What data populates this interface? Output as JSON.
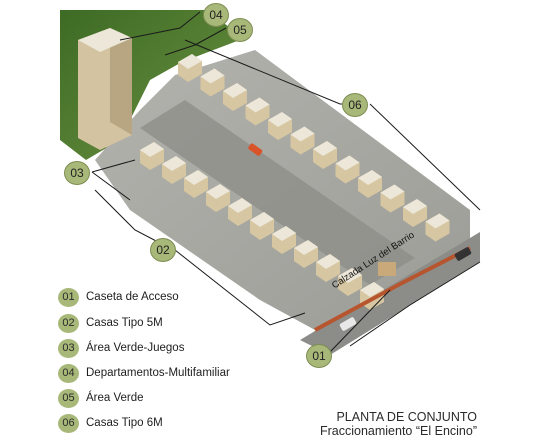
{
  "map_badges": {
    "b01": "01",
    "b02": "02",
    "b03": "03",
    "b04": "04",
    "b05": "05",
    "b06": "06"
  },
  "street": {
    "name": "Calzada Luz del Barrio"
  },
  "legend": [
    {
      "num": "01",
      "label": "Caseta de Acceso"
    },
    {
      "num": "02",
      "label": "Casas Tipo 5M"
    },
    {
      "num": "03",
      "label": "Área Verde-Juegos"
    },
    {
      "num": "04",
      "label": "Departamentos-Multifamiliar"
    },
    {
      "num": "05",
      "label": "Área Verde"
    },
    {
      "num": "06",
      "label": "Casas Tipo 6M"
    }
  ],
  "title": {
    "main": "PLANTA DE CONJUNTO",
    "sub": "Fraccionamiento “El Encino”"
  },
  "colors": {
    "badge": "#a8b879",
    "grass": "#4f7a2e",
    "pavement": "#a9a9a5",
    "house_wall": "#d8caa8",
    "roof": "#e9e4d6",
    "leader_line": "#1a1a1a"
  }
}
